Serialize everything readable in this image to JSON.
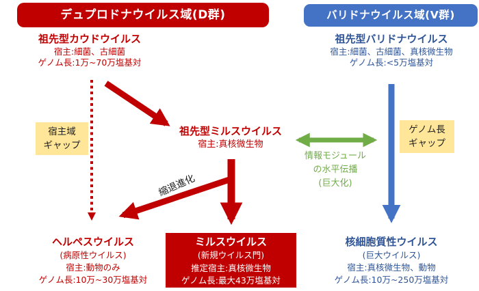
{
  "palette": {
    "red": "#C00000",
    "blue_header": "#4472C4",
    "blue_text": "#2F5597",
    "green": "#70AD47",
    "yellow_box": "#FFE699",
    "label_text": "#1A1A1A",
    "background": "#FFFFFF"
  },
  "headers": {
    "left": "デュプロドナウイルス域(D群)",
    "right": "バリドナウイルス域(V群)"
  },
  "nodes": {
    "caudo": {
      "title": "祖先型カウドウイルス",
      "lines": [
        "宿主:細菌、古細菌",
        "ゲノム長:1万~70万塩基対"
      ]
    },
    "varidna": {
      "title": "祖先型バリドナウイルス",
      "lines": [
        "宿主:細菌、古細菌、真核微生物",
        "ゲノム長:<5万塩基対"
      ]
    },
    "mirus_ancestor": {
      "title": "祖先型ミルスウイルス",
      "lines": [
        "宿主:真核微生物"
      ]
    },
    "herpes": {
      "title": "ヘルペスウイルス",
      "lines": [
        "(病原性ウイルス)",
        "宿主:動物のみ",
        "ゲノム長:10万~30万塩基対"
      ]
    },
    "mirus": {
      "title": "ミルスウイルス",
      "lines": [
        "(新規ウイルス門)",
        "推定宿主:真核微生物",
        "ゲノム長:最大43万塩基対"
      ]
    },
    "ncldv": {
      "title": "核細胞質性ウイルス",
      "lines": [
        "(巨大ウイルス)",
        "宿主:真核微生物、動物",
        "ゲノム長:10万~250万塩基対"
      ]
    }
  },
  "gaps": {
    "host": {
      "lines": [
        "宿主域",
        "ギャップ"
      ]
    },
    "genome": {
      "lines": [
        "ゲノム長",
        "ギャップ"
      ]
    }
  },
  "annotations": {
    "hgt": {
      "lines": [
        "情報モジュール",
        "の水平伝播",
        "(巨大化)"
      ]
    },
    "reductive_evolution": "縮退進化"
  }
}
